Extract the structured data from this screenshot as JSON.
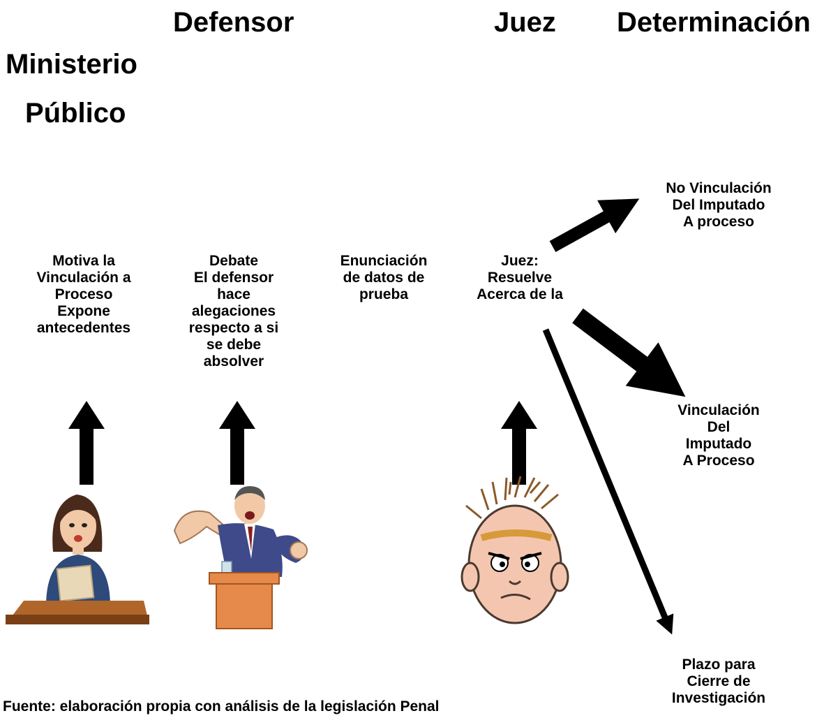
{
  "headers": {
    "defensor": "Defensor",
    "juez": "Juez",
    "determinacion": "Determinación",
    "ministerio_line1": "Ministerio",
    "ministerio_line2": "Público"
  },
  "steps": {
    "ministerio": "Motiva la\nVinculación a\nProceso\nExpone\nantecedentes",
    "defensor": "Debate\nEl defensor\nhace\nalegaciones\nrespecto a si\nse debe\nabsolver",
    "enunciacion": "Enunciación\nde datos de\nprueba",
    "juez": "Juez:\nResuelve\nAcerca de la"
  },
  "outcomes": {
    "no_vinculacion": "No Vinculación\nDel Imputado\nA proceso",
    "vinculacion": "Vinculación\nDel\nImputado\nA Proceso",
    "plazo": "Plazo para\nCierre de\nInvestigación"
  },
  "footer": "Fuente: elaboración propia con análisis de la legislación Penal",
  "colors": {
    "text": "#000000",
    "arrow": "#000000",
    "background": "#ffffff"
  }
}
